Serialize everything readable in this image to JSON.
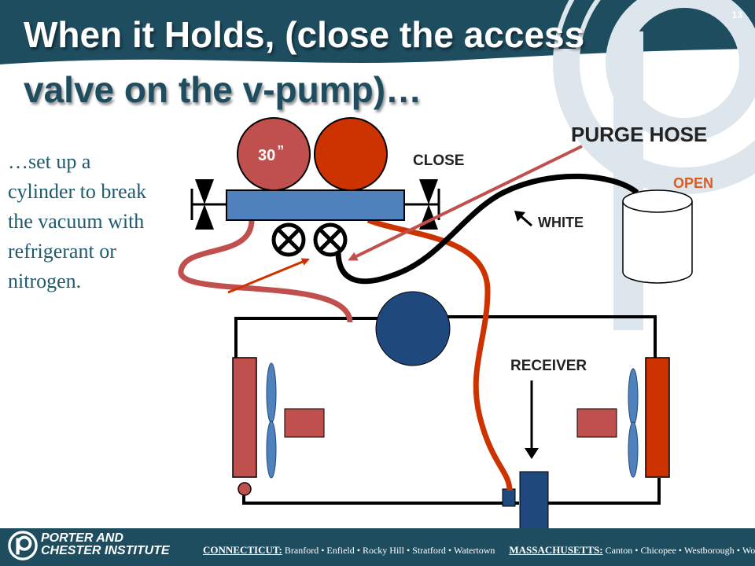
{
  "slide": {
    "number": "13",
    "title_line1": "When it Holds, (close the access",
    "title_line2": "valve on the v-pump)…",
    "body_text": "…set up a cylinder to break the vacuum with refrigerant or nitrogen."
  },
  "diagram": {
    "labels": {
      "gauge_reading": "30",
      "gauge_reading_unit": "”",
      "close": "CLOSE",
      "purge_hose": "PURGE HOSE",
      "open": "OPEN",
      "white": "WHITE",
      "receiver": "RECEIVER"
    }
  },
  "footer": {
    "company_line1": "PORTER AND",
    "company_line2": "CHESTER INSTITUTE",
    "connecticut_label": "CONNECTICUT:",
    "connecticut_locations": [
      "Branford",
      "Enfield",
      "Rocky Hill",
      "Stratford",
      "Watertown"
    ],
    "massachusetts_label": "MASSACHUSETTS:",
    "massachusetts_locations": [
      "Canton",
      "Chicopee",
      "Westborough",
      "Woburn"
    ]
  },
  "colors": {
    "title_bar": "#1e4d60",
    "title_text": "#ffffff",
    "title_second_line": "#1e4d60",
    "body_text": "#1e5a6e",
    "low_side_hose": "#c0504d",
    "high_side_hose": "#cc3300",
    "manifold_body": "#4f81bd",
    "component_blue": "#1f497d",
    "open_label": "#e05a1e"
  }
}
